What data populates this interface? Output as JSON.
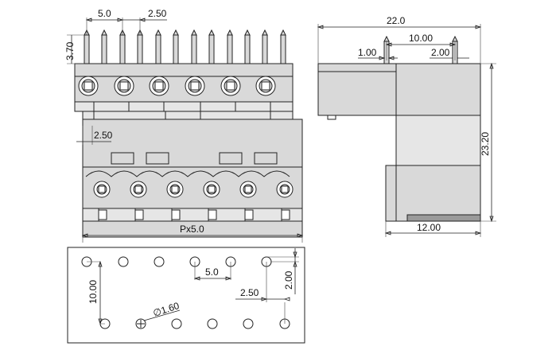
{
  "front_view": {
    "pitch_label": "5.0",
    "pin_spacing_label": "2.50",
    "pin_height_label": "3.70",
    "lower_offset_label": "2.50",
    "total_width_label": "Px5.0"
  },
  "side_view": {
    "width_label": "22.0",
    "pin_span_label": "10.00",
    "pin_offset_label": "1.00",
    "right_offset_label": "2.00",
    "height_label": "23.20",
    "base_width_label": "12.00"
  },
  "pcb_layout": {
    "pitch_label": "5.0",
    "row_spacing_label": "10.00",
    "hole_diameter_label": "∅1.60",
    "offset_x_label": "2.50",
    "offset_y_label": "2.00"
  }
}
